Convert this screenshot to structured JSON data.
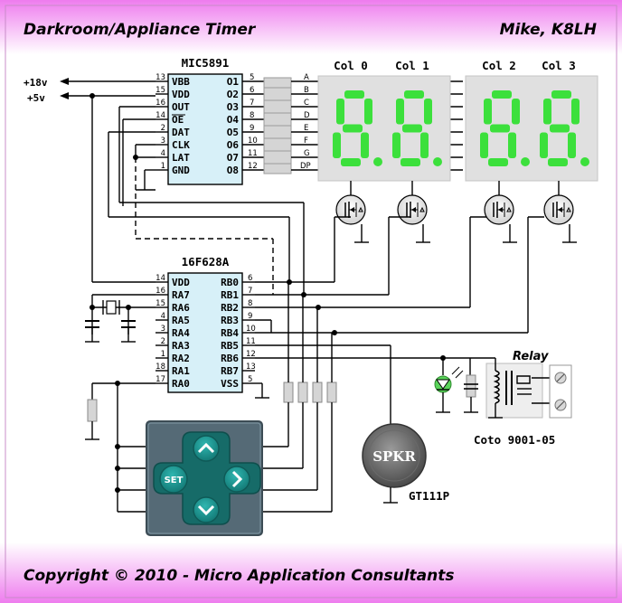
{
  "header": {
    "title": "Darkroom/Appliance Timer",
    "author": "Mike, K8LH"
  },
  "footer": {
    "copyright": "Copyright © 2010 - Micro Application Consultants"
  },
  "power": {
    "v18": "+18v",
    "v5": "+5v"
  },
  "driver": {
    "name": "MIC5891",
    "left_pins": [
      {
        "num": "13",
        "label": "VBB"
      },
      {
        "num": "15",
        "label": "VDD"
      },
      {
        "num": "16",
        "label": "OUT"
      },
      {
        "num": "14",
        "label": "OE"
      },
      {
        "num": "2",
        "label": "DAT"
      },
      {
        "num": "3",
        "label": "CLK"
      },
      {
        "num": "4",
        "label": "LAT"
      },
      {
        "num": "1",
        "label": "GND"
      }
    ],
    "right_pins": [
      {
        "num": "5",
        "label": "O1"
      },
      {
        "num": "6",
        "label": "O2"
      },
      {
        "num": "7",
        "label": "O3"
      },
      {
        "num": "8",
        "label": "O4"
      },
      {
        "num": "9",
        "label": "O5"
      },
      {
        "num": "10",
        "label": "O6"
      },
      {
        "num": "11",
        "label": "O7"
      },
      {
        "num": "12",
        "label": "O8"
      }
    ]
  },
  "segments": [
    "A",
    "B",
    "C",
    "D",
    "E",
    "F",
    "G",
    "DP"
  ],
  "columns": [
    "Col 0",
    "Col 1",
    "Col 2",
    "Col 3"
  ],
  "mcu": {
    "name": "16F628A",
    "left_pins": [
      {
        "num": "14",
        "label": "VDD"
      },
      {
        "num": "16",
        "label": "RA7"
      },
      {
        "num": "15",
        "label": "RA6"
      },
      {
        "num": "4",
        "label": "RA5"
      },
      {
        "num": "3",
        "label": "RA4"
      },
      {
        "num": "2",
        "label": "RA3"
      },
      {
        "num": "1",
        "label": "RA2"
      },
      {
        "num": "18",
        "label": "RA1"
      },
      {
        "num": "17",
        "label": "RA0"
      }
    ],
    "right_pins": [
      {
        "num": "6",
        "label": "RB0"
      },
      {
        "num": "7",
        "label": "RB1"
      },
      {
        "num": "8",
        "label": "RB2"
      },
      {
        "num": "9",
        "label": "RB3"
      },
      {
        "num": "10",
        "label": "RB4"
      },
      {
        "num": "11",
        "label": "RB5"
      },
      {
        "num": "12",
        "label": "RB6"
      },
      {
        "num": "13",
        "label": "RB7"
      },
      {
        "num": "5",
        "label": "VSS"
      }
    ]
  },
  "keypad": {
    "set_label": "SET",
    "up_icon": "chevron-up-icon",
    "right_icon": "chevron-right-icon",
    "down_icon": "chevron-down-icon"
  },
  "speaker": {
    "label": "SPKR",
    "part": "GT111P"
  },
  "relay": {
    "label": "Relay",
    "part": "Coto 9001-05"
  },
  "colors": {
    "header_gradient_edge": "#ee7cee",
    "chip_fill": "#d7f0f8",
    "segment_on": "#3ce03c",
    "keypad_body": "#556a76",
    "keypad_button": "#1f9590",
    "led_green": "#5ad35a"
  }
}
